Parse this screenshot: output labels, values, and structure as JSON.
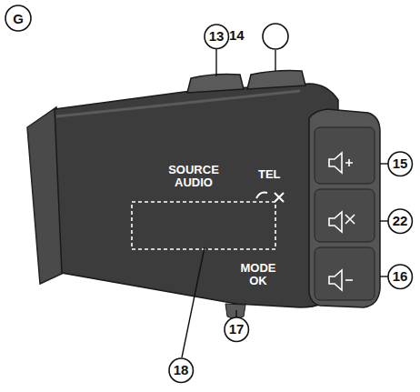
{
  "diagram": {
    "nodes": [
      {
        "text": [
          "G"
        ]
      },
      {
        "text": [
          "13"
        ]
      },
      {
        "text": [
          "15"
        ]
      },
      {
        "text": [
          "22"
        ]
      },
      {
        "text": [
          "16"
        ]
      },
      {
        "text": [
          "18"
        ]
      },
      {
        "text": [
          "17"
        ]
      }
    ],
    "labels": [
      "14",
      "SOURCE AUDIO",
      "TEL",
      "MODE OK"
    ]
  }
}
